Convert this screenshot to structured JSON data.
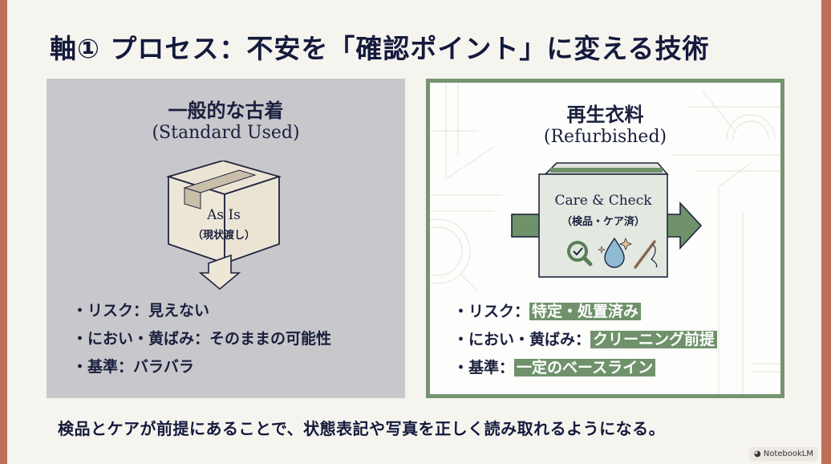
{
  "title": "軸① プロセス：不安を「確認ポイント」に変える技術",
  "colors": {
    "accent_terracotta": "#bd6f58",
    "accent_green": "#75946f",
    "highlight_green": "#6f926b",
    "panel_gray": "#c8c8cc",
    "text_navy": "#1a1f3d",
    "background": "#f6f4ee"
  },
  "left_panel": {
    "heading_ja": "一般的な古着",
    "heading_en": "(Standard Used)",
    "illustration": {
      "icon": "cardboard-box-icon",
      "label_en": "As Is",
      "label_ja": "（現状渡し）",
      "arrow": "arrow-down-icon"
    },
    "bullets": [
      {
        "label": "・リスク：",
        "value": "見えない"
      },
      {
        "label": "・におい・黄ばみ：",
        "value": "そのままの可能性"
      },
      {
        "label": "・基準：",
        "value": "バラバラ"
      }
    ]
  },
  "right_panel": {
    "heading_ja": "再生衣料",
    "heading_en": "(Refurbished)",
    "illustration": {
      "icon": "care-box-icon",
      "label_en": "Care & Check",
      "label_ja": "（検品・ケア済）",
      "icons": [
        "magnifier-check-icon",
        "water-drop-sparkle-icon",
        "needle-thread-icon"
      ],
      "arrow": "arrow-right-icon"
    },
    "bullets": [
      {
        "label": "・リスク：",
        "value": "特定・処置済み"
      },
      {
        "label": "・におい・黄ばみ：",
        "value": "クリーニング前提"
      },
      {
        "label": "・基準：",
        "value": "一定のベースライン"
      }
    ]
  },
  "caption": "検品とケアが前提にあることで、状態表記や写真を正しく読み取れるようになる。",
  "badge": {
    "icon": "notebooklm-icon",
    "label": "NotebookLM"
  }
}
